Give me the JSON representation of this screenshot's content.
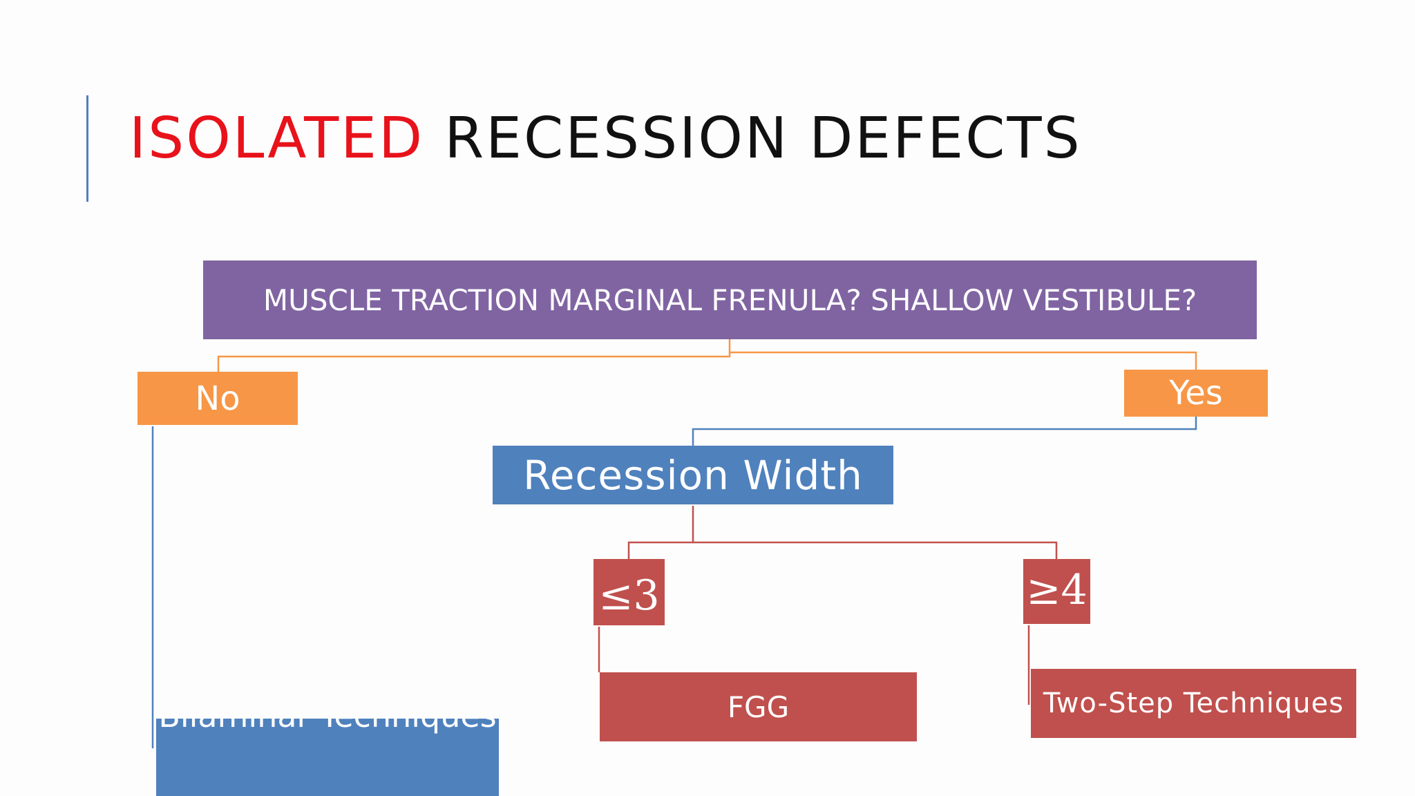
{
  "title": {
    "accent": "ISOLATED",
    "rest": "RECESSION DEFECTS"
  },
  "nodes": {
    "question": "MUSCLE TRACTION MARGINAL FRENULA? SHALLOW VESTIBULE?",
    "no": "No",
    "yes": "Yes",
    "recession_width": "Recession Width",
    "le3": "≤3",
    "ge4": "≥4",
    "fgg": "FGG",
    "two_step": "Two-Step Techniques",
    "bilaminar": "Bilaminar Techniques"
  },
  "colors": {
    "purple": "#8064a2",
    "orange": "#f79646",
    "blue": "#4f81bd",
    "red": "#c0504d",
    "title_accent": "#e8121b"
  }
}
